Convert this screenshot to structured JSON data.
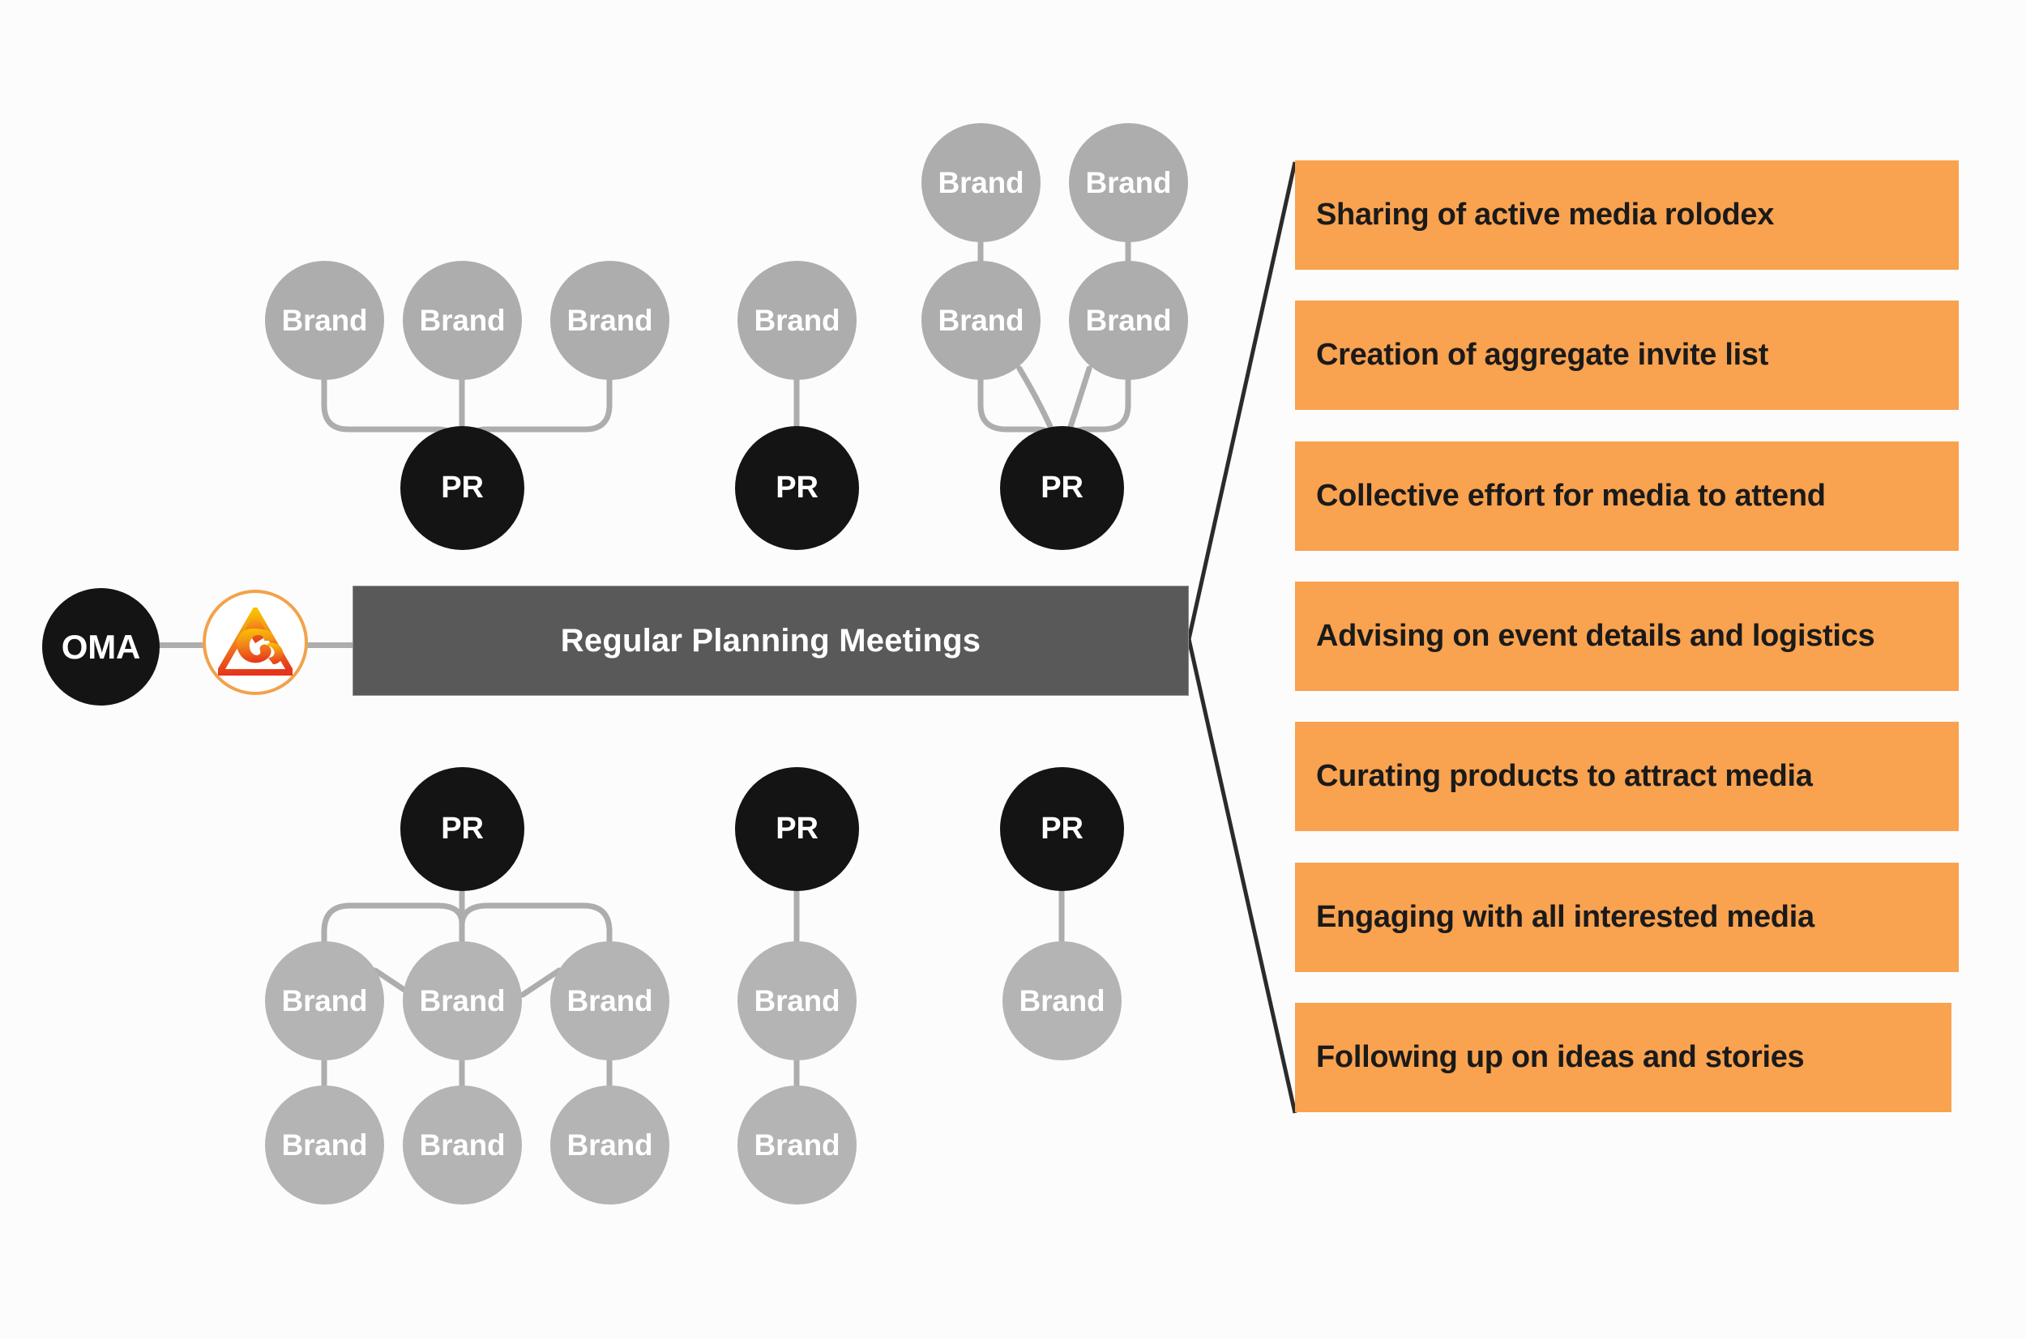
{
  "diagram": {
    "root": {
      "label": "OMA"
    },
    "logo": {
      "name": "oma-triangle-ampersand-logo",
      "ring_color": "#F2A24A",
      "gradient_from": "#F7C600",
      "gradient_to": "#E8361C"
    },
    "center_bar": {
      "label": "Regular Planning Meetings",
      "color": "#595959",
      "text_color": "#FFFFFF"
    },
    "node_labels": {
      "brand": "Brand",
      "pr": "PR"
    },
    "colors": {
      "brand": "#ADADAD",
      "pr": "#141414",
      "bar": "#595959",
      "accent": "#F9A24F",
      "connector": "#ADADAD",
      "bracket": "#2B2B2B",
      "background": "#FCFCFC"
    },
    "top_clusters": [
      {
        "pr": "PR",
        "brands": [
          "Brand",
          "Brand",
          "Brand"
        ]
      },
      {
        "pr": "PR",
        "brands": [
          "Brand"
        ]
      },
      {
        "pr": "PR",
        "brands": [
          "Brand",
          "Brand",
          "Brand",
          "Brand"
        ]
      }
    ],
    "bottom_clusters": [
      {
        "pr": "PR",
        "brands": [
          "Brand",
          "Brand",
          "Brand",
          "Brand",
          "Brand",
          "Brand"
        ]
      },
      {
        "pr": "PR",
        "brands": [
          "Brand",
          "Brand"
        ]
      },
      {
        "pr": "PR",
        "brands": [
          "Brand"
        ]
      }
    ],
    "benefits": [
      "Sharing of active media rolodex",
      "Creation of aggregate invite list",
      "Collective effort for media to attend",
      "Advising on event details and logistics",
      "Curating products to attract media",
      "Engaging with all interested media",
      "Following up on ideas and stories"
    ]
  }
}
